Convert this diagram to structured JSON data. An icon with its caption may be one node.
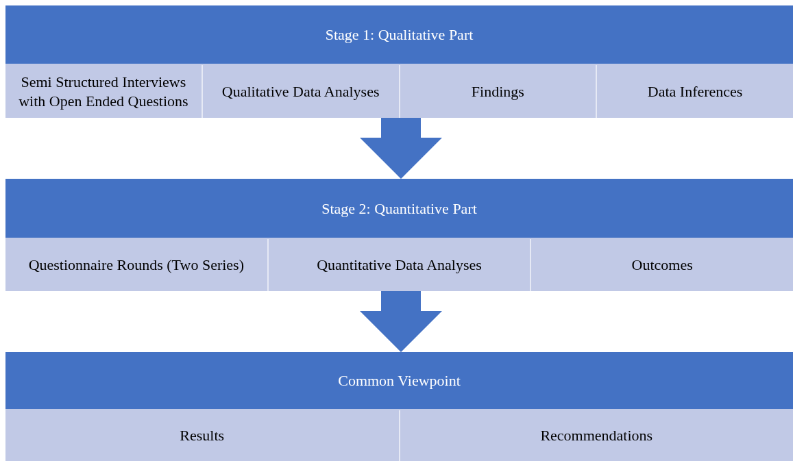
{
  "diagram": {
    "nodes": [
      {
        "text": [
          "Stage 1: Qualitative Part"
        ]
      },
      {
        "text": [
          "Semi Structured Interviews with Open Ended Questions"
        ],
        "in": 0
      },
      {
        "text": [
          "Qualitative Data Analyses"
        ],
        "in": 0
      },
      {
        "text": [
          "Findings"
        ],
        "in": 0
      },
      {
        "text": [
          "Data Inferences"
        ],
        "in": 0
      },
      {
        "text": [
          "Stage 2: Quantitative Part"
        ]
      },
      {
        "text": [
          "Questionnaire Rounds (Two Series)"
        ],
        "in": 5
      },
      {
        "text": [
          "Quantitative Data Analyses"
        ],
        "in": 5
      },
      {
        "text": [
          "Outcomes"
        ],
        "in": 5
      },
      {
        "text": [
          "Common Viewpoint"
        ]
      },
      {
        "text": [
          "Results"
        ],
        "in": 9
      },
      {
        "text": [
          "Recommendations"
        ],
        "in": 9
      }
    ],
    "edges": [
      {
        "from": 0,
        "to": 5,
        "arrow": "to"
      },
      {
        "from": 5,
        "to": 9,
        "arrow": "to"
      }
    ]
  }
}
